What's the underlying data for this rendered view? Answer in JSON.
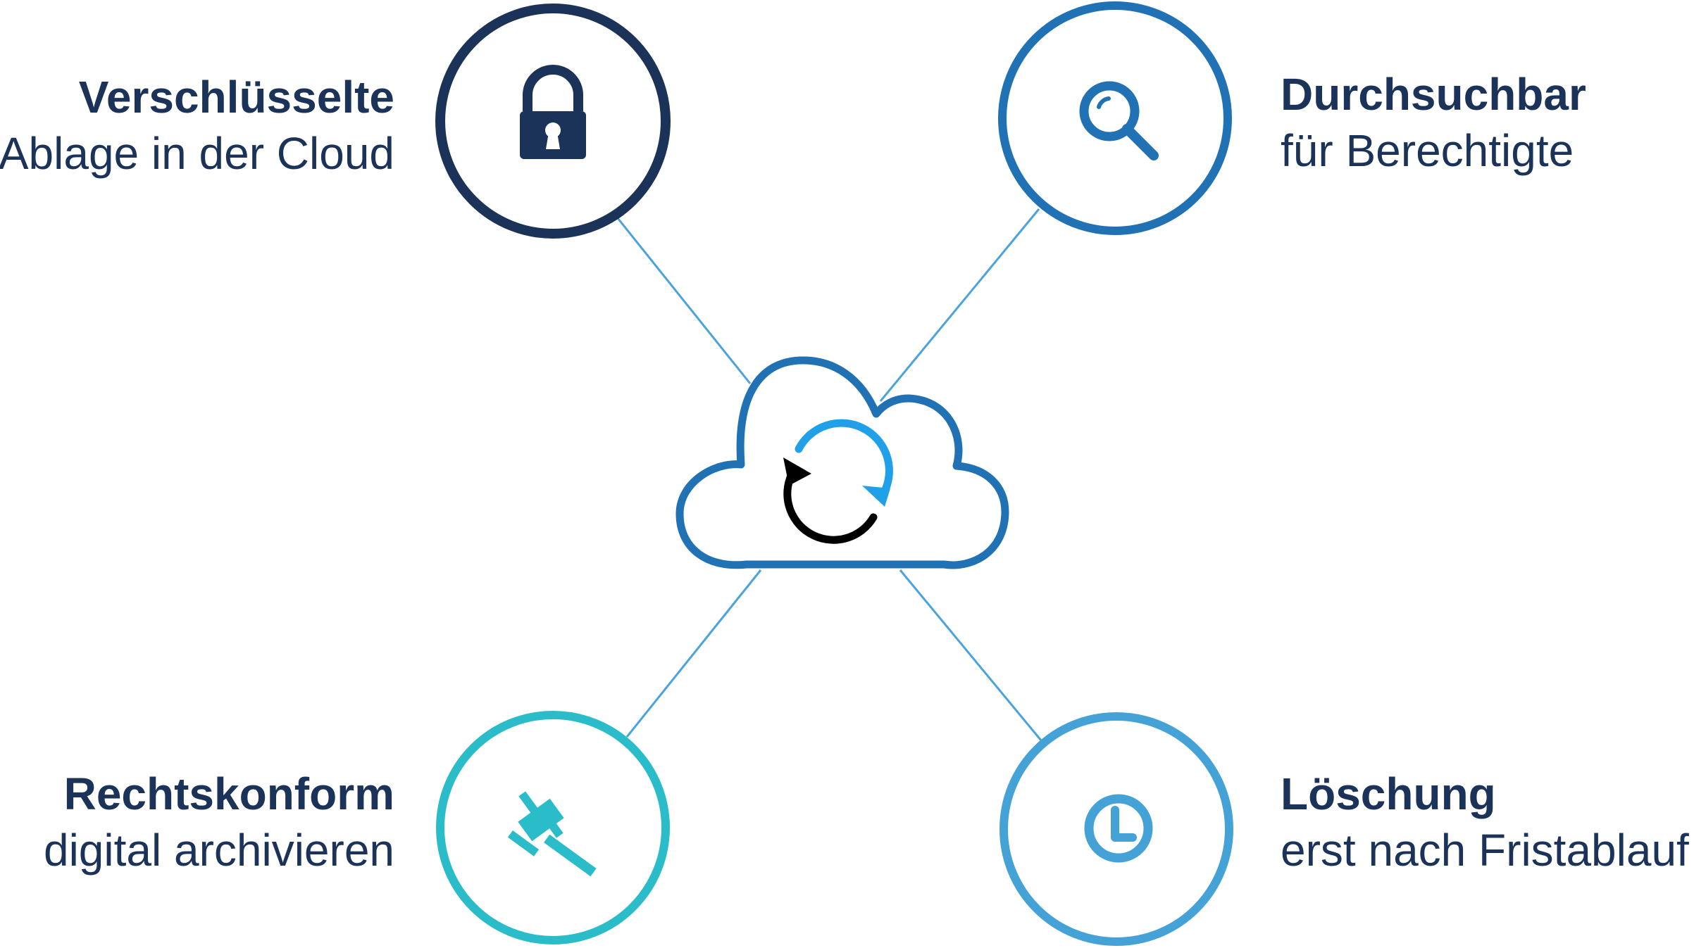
{
  "colors": {
    "navy": "#1b3358",
    "blue": "#2171b5",
    "teal": "#2bbcca",
    "light_blue": "#45a2d6",
    "connector": "#4aa3dc",
    "sync_blue": "#1fa0e8",
    "sync_black": "#000000",
    "text_navy": "#1b3358"
  },
  "center": {
    "icon": "cloud-sync-icon"
  },
  "nodes": [
    {
      "id": "tl",
      "icon": "lock-icon",
      "color": "#1b3358",
      "title": "Verschlüsselte",
      "subtitle": "Ablage in der Cloud"
    },
    {
      "id": "tr",
      "icon": "search-icon",
      "color": "#2171b5",
      "title": "Durchsuchbar",
      "subtitle": "für Berechtigte"
    },
    {
      "id": "bl",
      "icon": "gavel-icon",
      "color": "#2bbcca",
      "title": "Rechtskonform",
      "subtitle": "digital archivieren"
    },
    {
      "id": "br",
      "icon": "clock-icon",
      "color": "#45a2d6",
      "title": "Löschung",
      "subtitle": "erst nach Fristablauf"
    }
  ]
}
